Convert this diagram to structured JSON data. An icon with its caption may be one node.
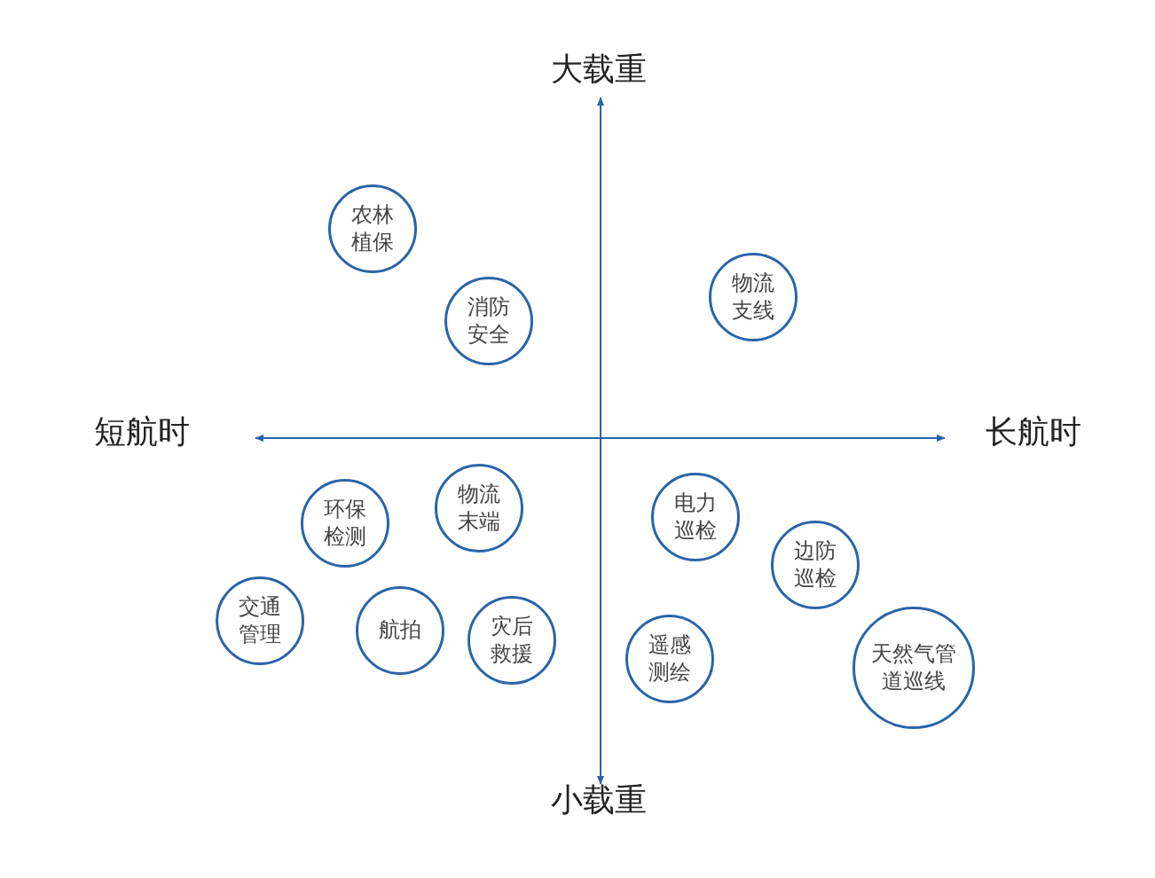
{
  "diagram": {
    "nodes": [
      {
        "text": [
          "农林植保"
        ]
      },
      {
        "text": [
          "消防安全"
        ]
      },
      {
        "text": [
          "物流支线"
        ]
      },
      {
        "text": [
          "环保检测"
        ]
      },
      {
        "text": [
          "物流末端"
        ]
      },
      {
        "text": [
          "电力巡检"
        ]
      },
      {
        "text": [
          "边防巡检"
        ]
      },
      {
        "text": [
          "交通管理"
        ]
      },
      {
        "text": [
          "航拍"
        ]
      },
      {
        "text": [
          "灾后救援"
        ]
      },
      {
        "text": [
          "遥感测绘"
        ]
      },
      {
        "text": [
          "天然气管道巡线"
        ]
      }
    ],
    "edges": [],
    "labels": [
      "大载重",
      "短航时",
      "长航时",
      "小载重"
    ]
  }
}
